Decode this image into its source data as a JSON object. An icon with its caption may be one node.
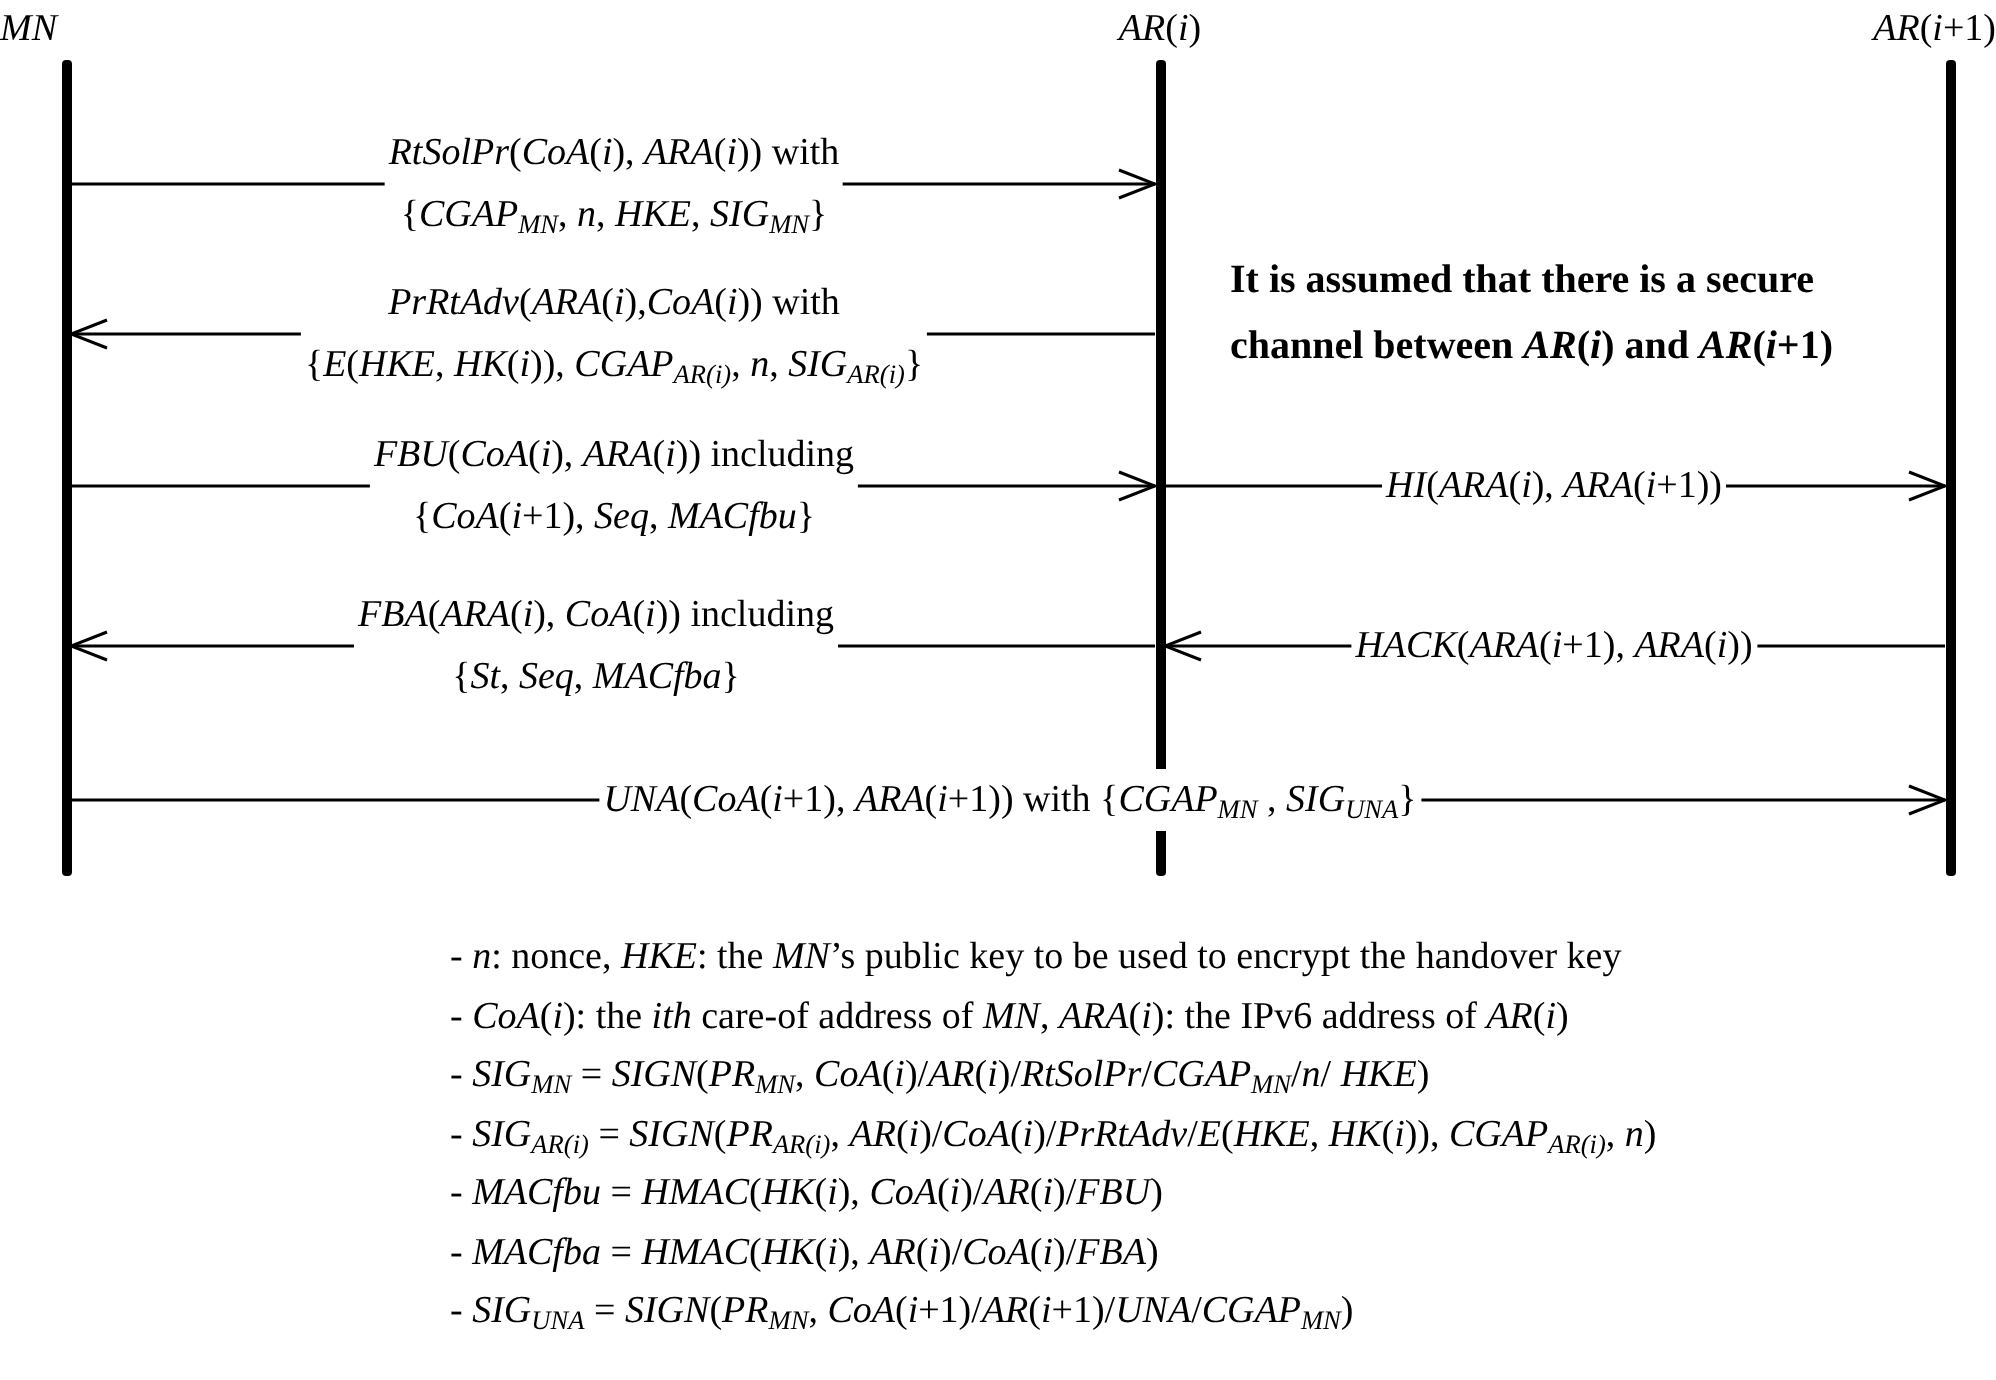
{
  "diagram": {
    "nodes": [
      {
        "text": [
          "MN"
        ]
      },
      {
        "text": [
          "*AR*(*i*)"
        ]
      },
      {
        "text": [
          "*AR*(*i*+1)"
        ]
      }
    ],
    "edges": [
      {
        "from": 0,
        "to": 1,
        "arrow": "to",
        "label": "*RtSolPr*(*CoA*(*i*), *ARA*(*i*)) with {*CGAP*$_{MN}$, *n*, *HKE*, *SIG*$_{MN}$}"
      },
      {
        "from": 1,
        "to": 0,
        "arrow": "to",
        "label": "*PrRtAdv*(*ARA*(*i*),*CoA*(*i*)) with {*E*(*HKE*, *HK*(*i*)),  *CGAP*$_{AR(i)}$, *n*, *SIG*$_{AR(i)}$}"
      },
      {
        "from": 0,
        "to": 1,
        "arrow": "to",
        "label": "*FBU*(*CoA*(*i*), *ARA*(*i*)) including {*CoA*(*i*+1), *Seq*, *MACfbu*}"
      },
      {
        "from": 1,
        "to": 2,
        "arrow": "to",
        "label": "*HI*(*ARA*(*i*), *ARA*(*i*+1))"
      },
      {
        "from": 1,
        "to": 0,
        "arrow": "to",
        "label": "*FBA*(*ARA*(*i*), *CoA*(*i*)) including {*St*, *Seq*, *MACfba*}"
      },
      {
        "from": 2,
        "to": 1,
        "arrow": "to",
        "label": "*HACK*(*ARA*(*i*+1), *ARA*(*i*))"
      },
      {
        "from": 0,
        "to": 2,
        "arrow": "to",
        "label": "*UNA*(*CoA*(*i*+1), *ARA*(*i*+1)) with {*CGAP*$_{MN}$ , *SIG*$_{UNA}$}"
      }
    ],
    "labels": [
      "It is assumed that there is a secure channel between *AR*(*i*) and *AR*(*i*+1)",
      "- *n*: nonce, *HKE*: the *MN*’s public key to be used to encrypt the handover key",
      "- *CoA*(*i*): the *ith* care-of address of *MN*, *ARA*(*i*): the IPv6 address of *AR*(*i*)",
      "- *SIG*$_{MN}$ = *SIGN*(*PR*$_{MN}$, *CoA*(*i*)/*AR*(*i*)/*RtSolPr*/*CGAP*$_{MN}$/*n*/ *HKE*)",
      "- *SIG*$_{AR(i)}$ = *SIGN*(*PR*$_{AR(i)}$, *AR*(*i*)/*CoA*(*i*)/*PrRtAdv*/*E*(*HKE*, *HK*(*i*)),  *CGAP*$_{AR(i)}$, *n*)",
      "- *MACfbu* = *HMAC*(*HK*(*i*), *CoA*(*i*)/*AR*(*i*)/*FBU*)",
      "- *MACfba* = *HMAC*(*HK*(*i*), *AR*(*i*)/*CoA*(*i*)/*FBA*)",
      "- *SIG*$_{UNA}$ = *SIGN*(*PR*$_{MN}$, *CoA*(*i*+1)/*AR*(*i*+1)/*UNA*/*CGAP*$_{MN}$)"
    ]
  }
}
